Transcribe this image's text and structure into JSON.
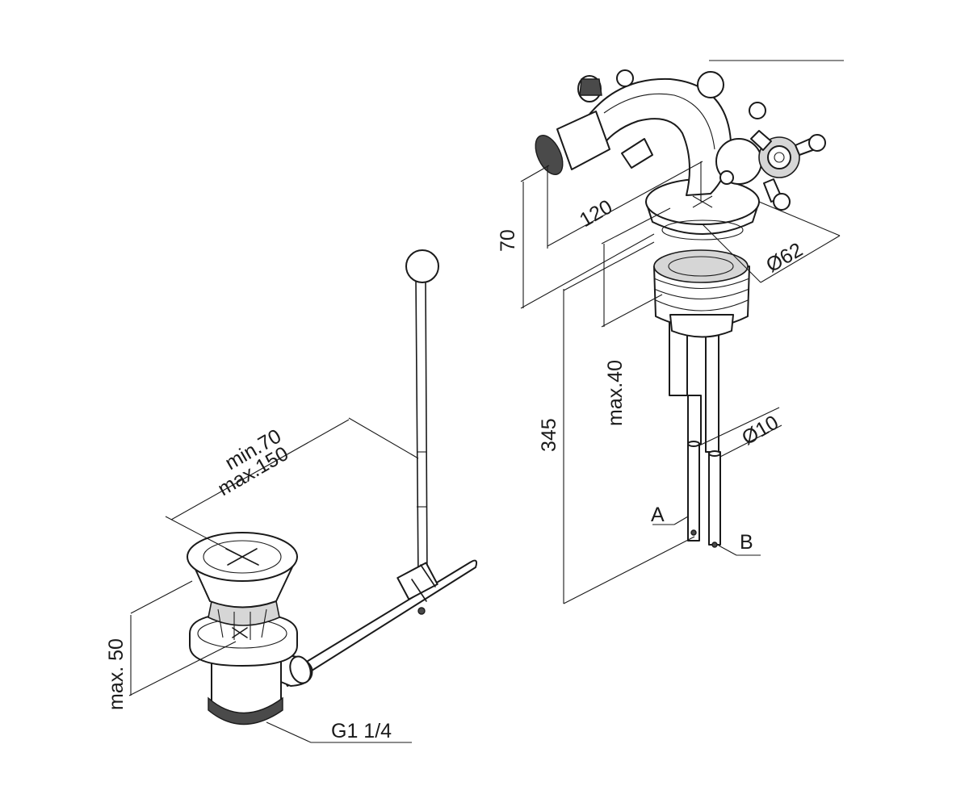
{
  "labels": {
    "min_70": "min.70",
    "max_150": "max.150",
    "max_50": "max. 50",
    "g1_1_4": "G1 1/4",
    "d120": "120",
    "d70": "70",
    "d345": "345",
    "max_40": "max.40",
    "dia62": "Ø62",
    "dia10": "Ø10",
    "pipe_a": "A",
    "pipe_b": "B"
  }
}
